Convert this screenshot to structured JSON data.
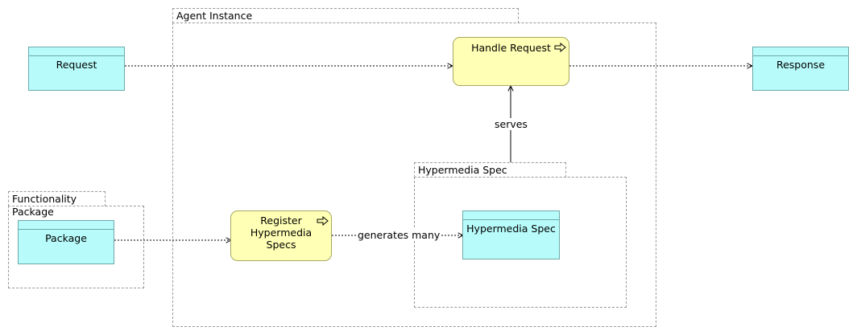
{
  "groups": {
    "agent_instance": {
      "label": "Agent Instance"
    },
    "functionality_package": {
      "label": "Functionality Package"
    },
    "hypermedia_spec": {
      "label": "Hypermedia Spec"
    }
  },
  "objects": {
    "request": {
      "label": "Request"
    },
    "response": {
      "label": "Response"
    },
    "package": {
      "label": "Package"
    },
    "hypermedia_spec": {
      "label": "Hypermedia Spec"
    }
  },
  "processes": {
    "handle_request": {
      "label": "Handle Request",
      "icon": "process-arrow-icon"
    },
    "register_specs": {
      "label": "Register Hypermedia Specs",
      "icon": "process-arrow-icon"
    }
  },
  "connections": {
    "serves": {
      "label": "serves"
    },
    "generates_many": {
      "label": "generates many"
    }
  },
  "colors": {
    "object_fill": "#b7fbfb",
    "process_fill": "#ffffb5",
    "group_border": "#999999"
  }
}
